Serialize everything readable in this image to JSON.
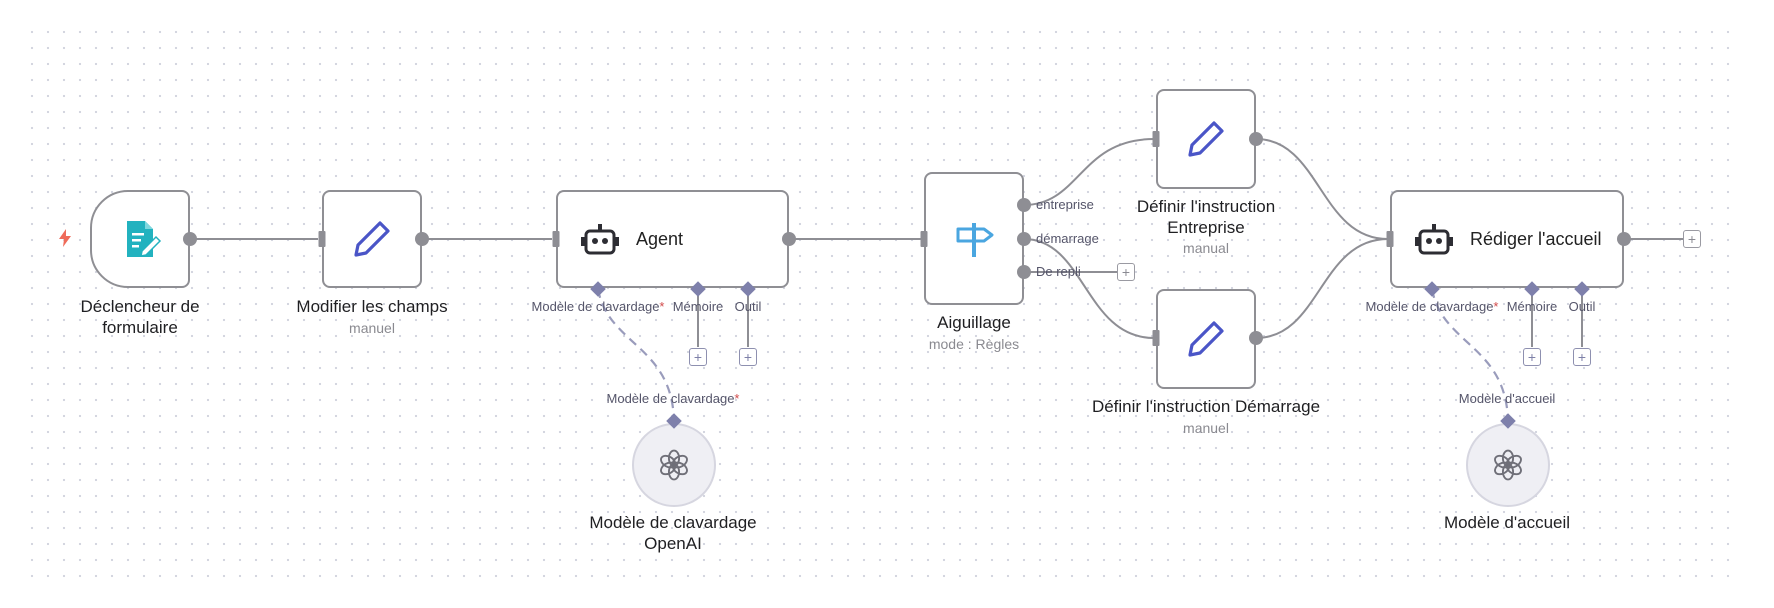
{
  "canvas": {
    "accent_color": "#7e80ab",
    "connection_color": "#8e8e94"
  },
  "nodes": {
    "trigger": {
      "icon": "form-icon",
      "label_line1": "Déclencheur de",
      "label_line2": "formulaire"
    },
    "edit_fields": {
      "icon": "pencil-icon",
      "label": "Modifier les champs",
      "sub": "manuel"
    },
    "agent": {
      "icon": "robot-icon",
      "label": "Agent",
      "ports": {
        "chat_model": "Modèle de clavardage",
        "memory": "Mémoire",
        "tool": "Outil"
      },
      "required_mark": "*"
    },
    "switch": {
      "icon": "signpost-icon",
      "label": "Aiguillage",
      "sub": "mode : Règles",
      "outputs": [
        "entreprise",
        "démarrage",
        "De repli"
      ]
    },
    "set_enterprise": {
      "icon": "pencil-icon",
      "label_line1": "Définir l'instruction",
      "label_line2": "Entreprise",
      "sub": "manual"
    },
    "set_startup": {
      "icon": "pencil-icon",
      "label": "Définir l'instruction Démarrage",
      "sub": "manuel"
    },
    "openai_chat": {
      "icon": "openai-icon",
      "label_line1": "Modèle de clavardage",
      "label_line2": "OpenAI",
      "port_label": "Modèle de clavardage",
      "required_mark": "*"
    },
    "write_welcome": {
      "icon": "robot-icon",
      "label": "Rédiger l'accueil",
      "ports": {
        "chat_model": "Modèle de clavardage",
        "memory": "Mémoire",
        "tool": "Outil"
      },
      "required_mark": "*"
    },
    "welcome_model": {
      "icon": "openai-icon",
      "label": "Modèle d'accueil",
      "port_label": "Modèle d'accueil"
    }
  },
  "buttons": {
    "add": "+"
  }
}
